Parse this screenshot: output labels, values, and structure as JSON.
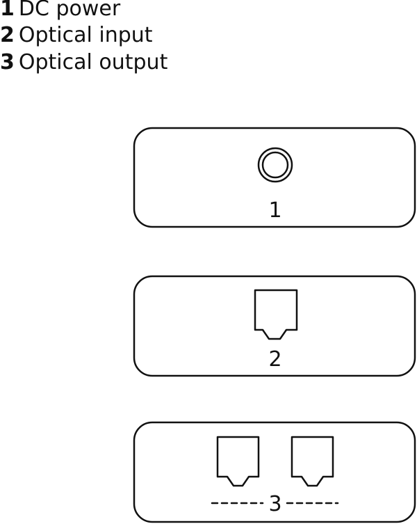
{
  "legend": [
    {
      "number": "1",
      "label": "DC power"
    },
    {
      "number": "2",
      "label": "Optical input"
    },
    {
      "number": "3",
      "label": "Optical output"
    }
  ],
  "panels": [
    {
      "label": "1",
      "ports": [
        "dc-jack"
      ]
    },
    {
      "label": "2",
      "ports": [
        "optical-port"
      ]
    },
    {
      "label": "3",
      "ports": [
        "optical-port",
        "optical-port"
      ]
    }
  ],
  "colors": {
    "line": "#111111",
    "background": "#ffffff"
  }
}
